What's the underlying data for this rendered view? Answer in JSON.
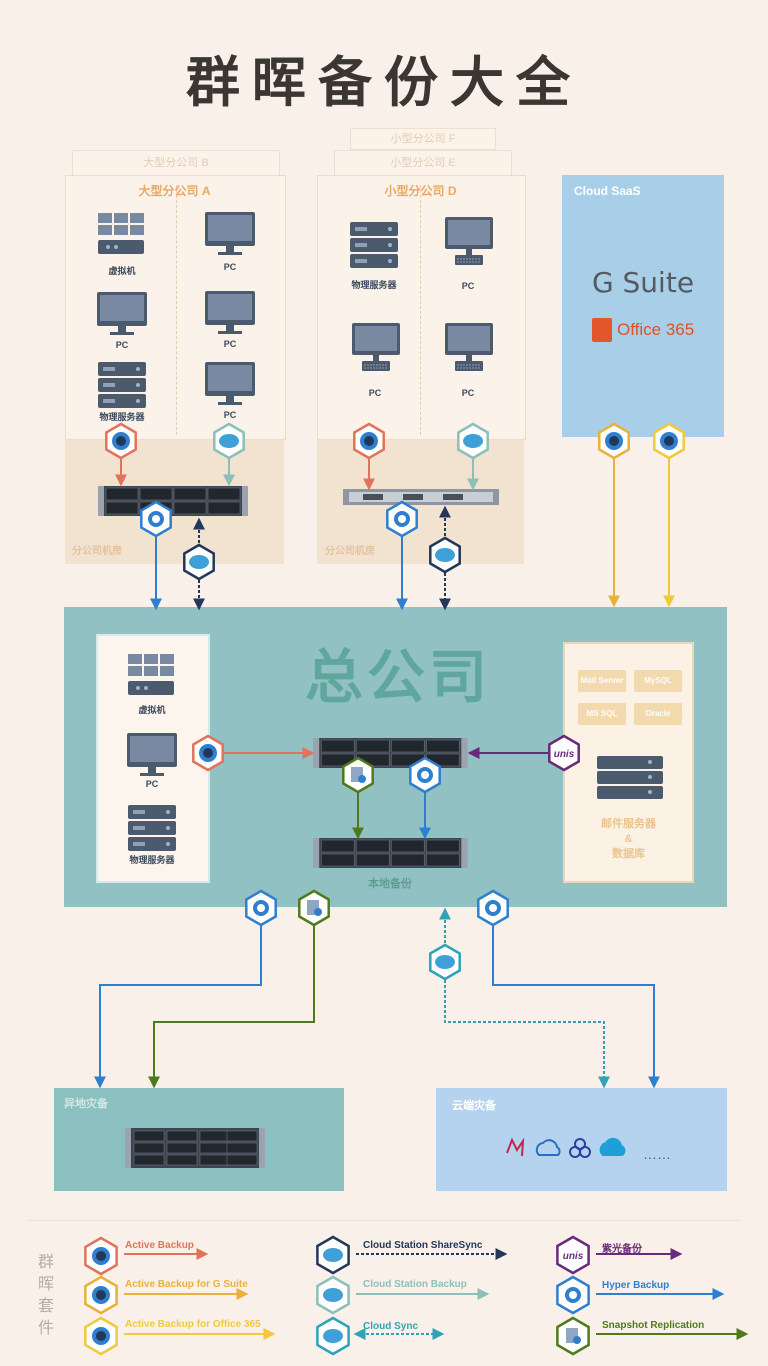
{
  "title": "群晖备份大全",
  "branches": {
    "a": {
      "title": "大型分公司 A",
      "ghost_b": "大型分公司 B",
      "room": "分公司机房",
      "vm": "虚拟机",
      "pc": "PC",
      "phys": "物理服务器"
    },
    "d": {
      "title": "小型分公司 D",
      "ghost_e": "小型分公司 E",
      "ghost_f": "小型分公司 F",
      "room": "分公司机房",
      "phys": "物理服务器",
      "pc": "PC"
    }
  },
  "cloud_saas": {
    "title": "Cloud SaaS",
    "gsuite": "G Suite",
    "office365": "Office 365"
  },
  "hq": {
    "title": "总公司",
    "vm": "虚拟机",
    "pc": "PC",
    "phys": "物理服务器",
    "local_backup": "本地备份",
    "mail_db": {
      "tags": [
        "Mail Server",
        "MySQL",
        "MS SQL",
        "Oracle"
      ],
      "line1": "邮件服务器",
      "amp": "&",
      "line2": "数据库"
    },
    "unis": "unis"
  },
  "offsite": {
    "title": "异地灾备"
  },
  "cloud_dr": {
    "title": "云端灾备",
    "more": "……"
  },
  "legend": {
    "side_title": [
      "群",
      "晖",
      "套",
      "件"
    ],
    "items": [
      {
        "label": "Active Backup",
        "color": "#e2725b"
      },
      {
        "label": "Active Backup for G Suite",
        "color": "#e8b23a"
      },
      {
        "label": "Active Backup for Office 365",
        "color": "#f0c93c"
      },
      {
        "label": "Cloud Station ShareSync",
        "color": "#22375a"
      },
      {
        "label": "Cloud Station Backup",
        "color": "#8cbfb8"
      },
      {
        "label": "Cloud Sync",
        "color": "#2fa3b5"
      },
      {
        "label": "紫光备份",
        "color": "#6a2a7c"
      },
      {
        "label": "Hyper Backup",
        "color": "#2e7fd0"
      },
      {
        "label": "Snapshot Replication",
        "color": "#4f7a1c"
      }
    ]
  },
  "colors": {
    "active_backup": "#e2725b",
    "sharesync": "#22375a",
    "station_backup": "#8cbfb8",
    "cloud_sync": "#2fa3b5",
    "hyper_backup": "#2e7fd0",
    "snapshot": "#4f7a1c",
    "unis": "#6a2a7c",
    "gsuite": "#e8b23a",
    "o365": "#f0c93c",
    "hq_bg": "#91c1c2",
    "saas_bg": "#a9cfe8",
    "background": "#f9f1e9"
  }
}
